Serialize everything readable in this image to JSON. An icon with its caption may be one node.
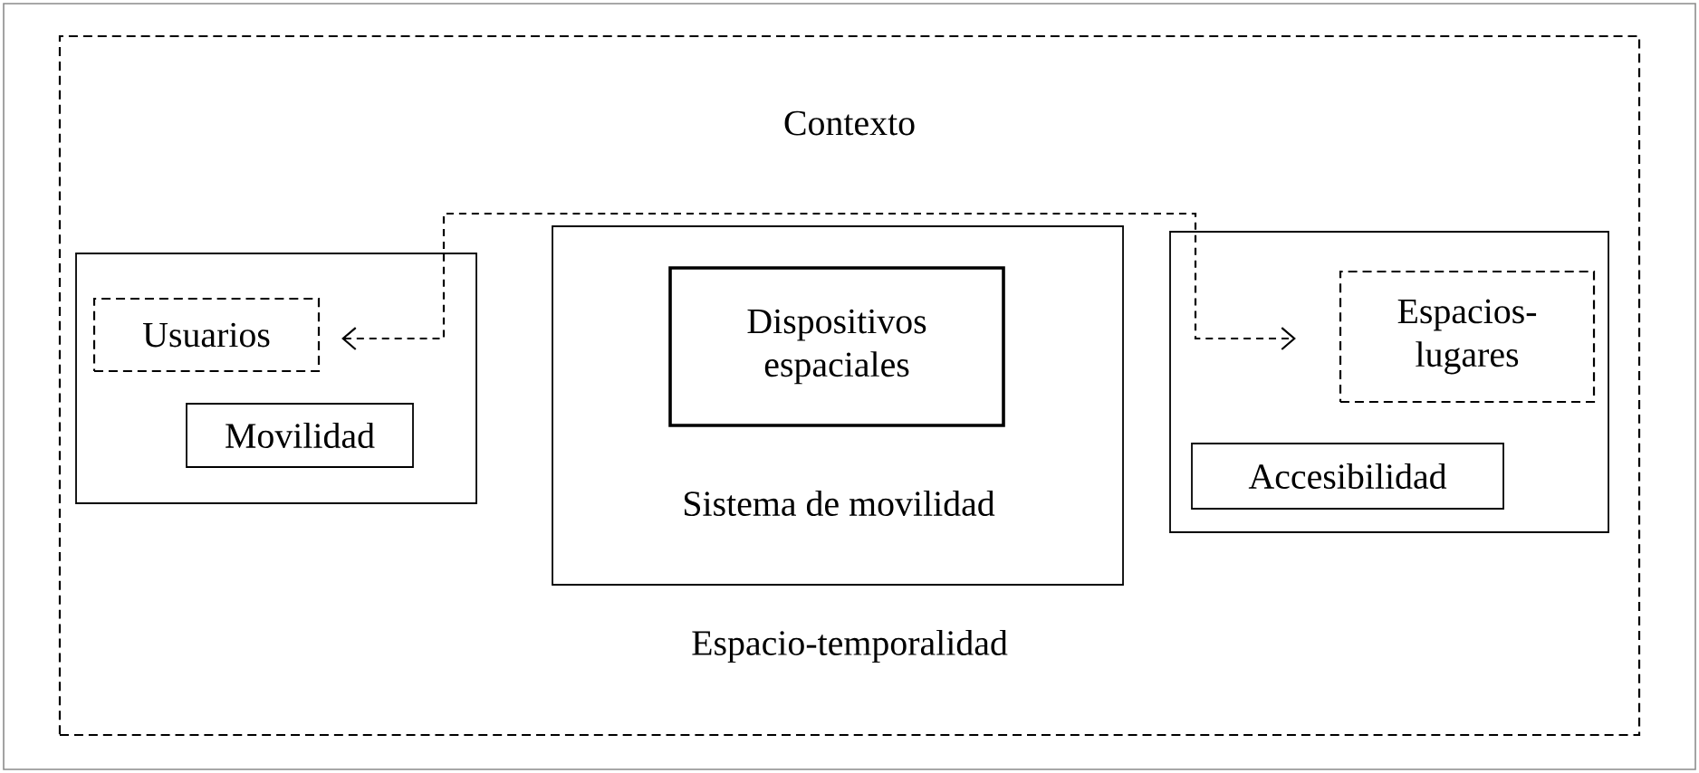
{
  "diagram": {
    "nodes": [
      {
        "text": [
          "Contexto",
          "Espacio-temporalidad"
        ]
      },
      {
        "text": [],
        "shape": "box",
        "in": 0
      },
      {
        "text": [
          "Usuarios"
        ],
        "in": 1
      },
      {
        "text": [
          "Movilidad"
        ],
        "in": 1
      },
      {
        "text": [
          "Sistema de movilidad"
        ],
        "in": 0
      },
      {
        "text": [
          "Dispositivos espaciales"
        ],
        "in": 4
      },
      {
        "text": [],
        "shape": "box",
        "in": 0
      },
      {
        "text": [
          "Espacios-lugares"
        ],
        "in": 6
      },
      {
        "text": [
          "Accesibilidad"
        ],
        "in": 6
      }
    ],
    "edges": [
      {
        "from": 2,
        "to": 7,
        "arrow": "both",
        "style": "dashed"
      }
    ]
  }
}
